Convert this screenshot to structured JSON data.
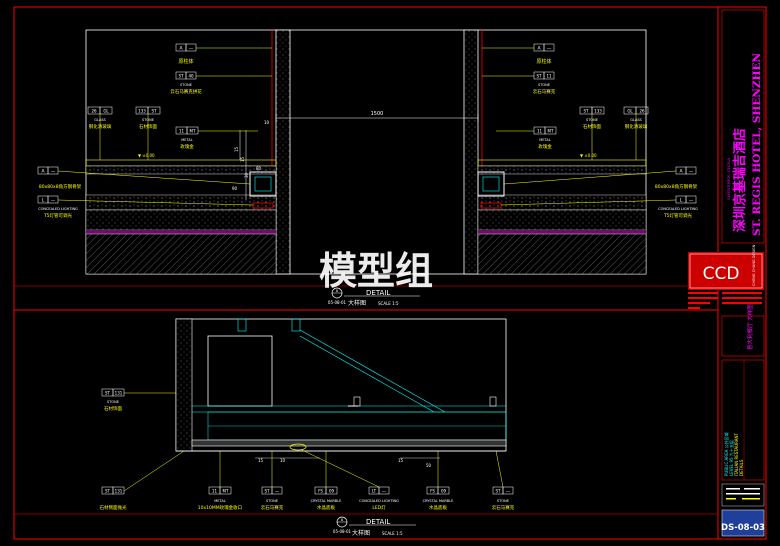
{
  "upper_detail": {
    "left_tags": {
      "a": {
        "letter": "A",
        "num": "—",
        "label": "原柱体"
      },
      "st40": {
        "code": "ST",
        "num": "40",
        "en": "STONE",
        "cn": "云石马赛克拼花"
      },
      "gl": {
        "num": "26",
        "code": "GL",
        "en": "GLASS",
        "cn": "钢化清玻璃"
      },
      "st133": {
        "num": "133",
        "code": "ST",
        "en": "STONE",
        "cn": "石材饰面"
      },
      "mt": {
        "num": "11",
        "code": "MT",
        "en": "METAL",
        "cn": "玫瑰金"
      },
      "bracket": {
        "letter": "A",
        "num": "—",
        "cn": "80x80x8角方钢骨架"
      },
      "lighting": {
        "letter": "L",
        "num": "—",
        "en": "CONCEALED LIGHTING",
        "cn": "T5灯管可调光"
      }
    },
    "right_tags": {
      "a": {
        "letter": "A",
        "num": "—",
        "label": "原柱体"
      },
      "st11": {
        "code": "ST",
        "num": "11",
        "en": "STONE",
        "cn": "云石马赛克"
      },
      "gl": {
        "code": "GL",
        "num": "26",
        "en": "GLASS",
        "cn": "钢化清玻璃"
      },
      "st133": {
        "code": "ST",
        "num": "133",
        "en": "STONE",
        "cn": "石材饰面"
      },
      "mt": {
        "code": "MT",
        "num": "11",
        "en": "METAL",
        "cn": "玫瑰金"
      },
      "bracket": {
        "letter": "A",
        "num": "—",
        "cn": "80x80x8角方钢骨架"
      },
      "lighting": {
        "letter": "L",
        "num": "—",
        "en": "CONCEALED LIGHTING",
        "cn": "T5灯管可调光"
      }
    },
    "span_dim": "1500",
    "small_dims": [
      "15",
      "15",
      "30",
      "90",
      "80",
      "10"
    ],
    "title": {
      "num": "8",
      "ref": "05-08-01",
      "en": "DETAIL",
      "cn": "大样图",
      "scale": "SCALE  1:5"
    }
  },
  "lower_detail": {
    "tags": {
      "st131a": {
        "code": "ST",
        "num": "131",
        "en": "STONE",
        "cn": "石材饰面"
      },
      "st131b": {
        "code": "ST",
        "num": "131",
        "cn": "石材侧面抛光"
      },
      "mt11": {
        "code": "MT",
        "num": "11",
        "en": "METAL",
        "cn": "10x10MM玫瑰金收口"
      },
      "st": {
        "code": "ST",
        "num": "—",
        "en": "STONE",
        "cn": "云石马赛克"
      },
      "fs09a": {
        "code": "FS",
        "num": "09",
        "en": "CRYSTAL MARBLE",
        "cn": "水晶底板"
      },
      "lt": {
        "code": "LT",
        "num": "—",
        "en": "CONCEALED LIGHTING",
        "cn": "LED灯"
      },
      "fs09b": {
        "code": "FS",
        "num": "09",
        "en": "CRYSTAL MARBLE",
        "cn": "水晶底板"
      },
      "st2": {
        "code": "ST",
        "num": "—",
        "en": "STONE",
        "cn": "云石马赛克"
      }
    },
    "dims": [
      "15",
      "10",
      "15",
      "50"
    ],
    "title": {
      "num": "8",
      "ref": "05-08-01",
      "en": "DETAIL",
      "cn": "大样图",
      "scale": "SCALE  1:5"
    }
  },
  "title_block": {
    "hotel_cn": "深圳京基瑞吉酒店",
    "hotel_en": "ST. REGIS HOTEL, SHENZHEN",
    "hotel_sub": "SHENZHEN, CHINA",
    "logo": "CCD",
    "logo_sub": "CHENG CHUNG DESIGN",
    "section_cn": "意大利餐厅 大样图",
    "info_lines": [
      "PUBLIC AREA    公共区域",
      "LEVEL 95     九十五层",
      "ITALIAN RESTAURANT",
      "DETAILS"
    ],
    "sheet_no": "DS-08-03"
  },
  "watermark": "模型组",
  "colors": {
    "frame": "#ff0000",
    "line": "#ffffff",
    "tag": "#ffff00",
    "hatch": "#00ffff",
    "accent": "#ff00ff",
    "light": "#ff0000"
  }
}
